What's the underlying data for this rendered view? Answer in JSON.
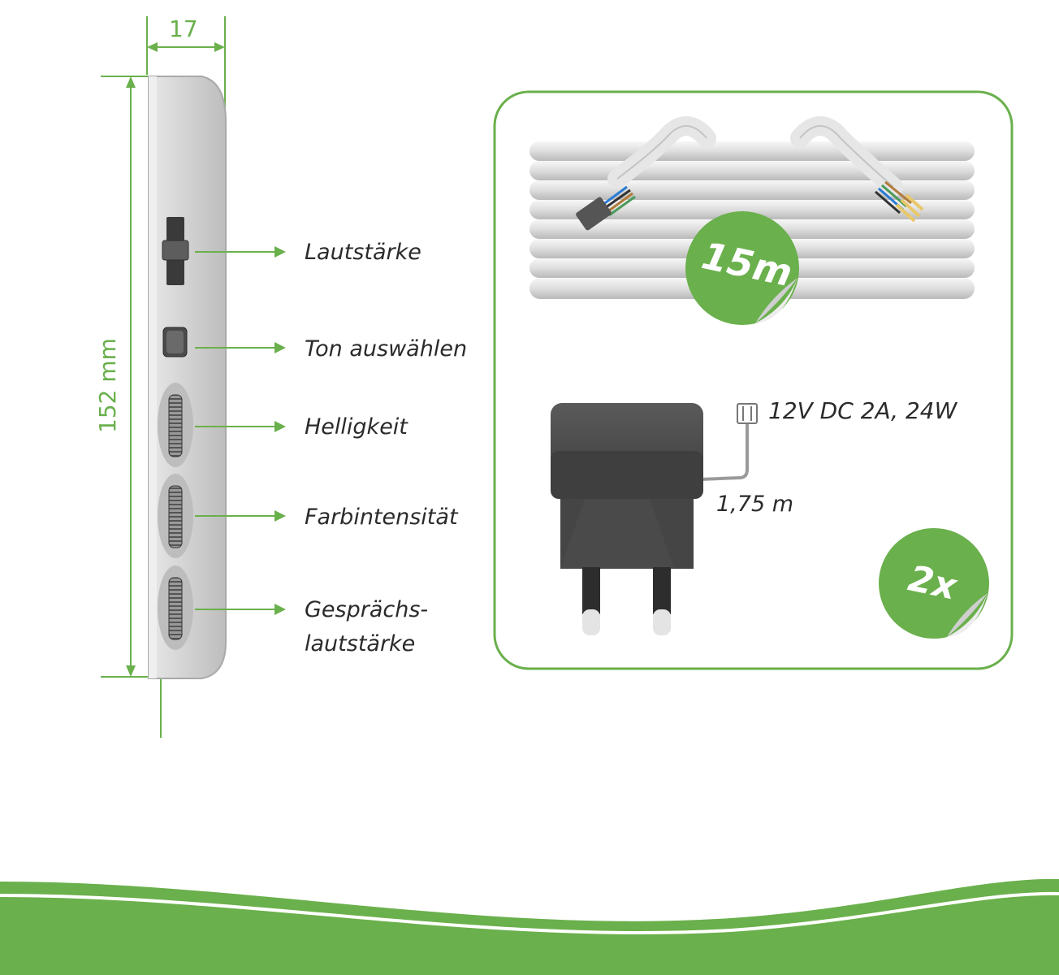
{
  "dimensions": {
    "width_label": "17",
    "height_label": "152 mm"
  },
  "controls": [
    {
      "label": "Lautstärke"
    },
    {
      "label": "Ton auswählen"
    },
    {
      "label": "Helligkeit"
    },
    {
      "label": "Farbintensität"
    },
    {
      "label_line1": "Gesprächs-",
      "label_line2": "lautstärke"
    }
  ],
  "cable": {
    "length_badge": "15m"
  },
  "adapter": {
    "spec": "12V DC 2A, 24W",
    "cord_length": "1,75 m",
    "quantity_badge": "2x"
  },
  "colors": {
    "accent": "#6ab04c",
    "device_body": "#cfcfcf",
    "adapter_body": "#4a4a4a"
  }
}
